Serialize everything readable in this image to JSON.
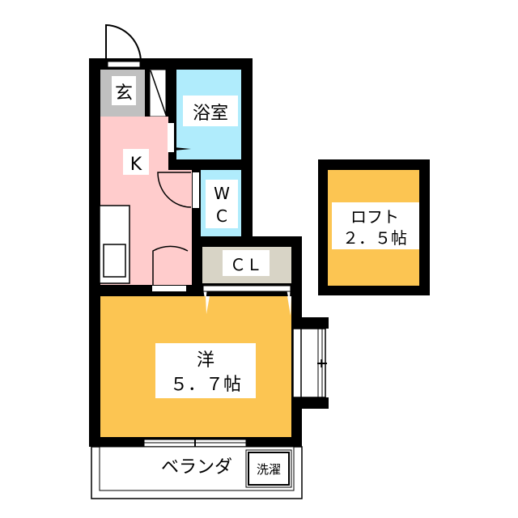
{
  "floorplan": {
    "colors": {
      "wall": "#000000",
      "genkan": "#c0c0c0",
      "kitchen": "#ffcccc",
      "bath": "#b0ecfc",
      "western": "#fcc552",
      "closet": "#d8d4c6",
      "label_bg": "#ffffff"
    },
    "rooms": {
      "genkan": {
        "label": "玄"
      },
      "bath": {
        "label": "浴室"
      },
      "kitchen": {
        "label": "K"
      },
      "wc": {
        "line1": "W",
        "line2": "C"
      },
      "closet": {
        "label": "ＣＬ"
      },
      "western": {
        "line1": "洋",
        "line2": "５．７帖"
      },
      "loft": {
        "line1": "ロフト",
        "line2": "２．５帖"
      },
      "veranda": {
        "label": "ベランダ"
      },
      "laundry": {
        "label": "洗濯"
      }
    }
  }
}
